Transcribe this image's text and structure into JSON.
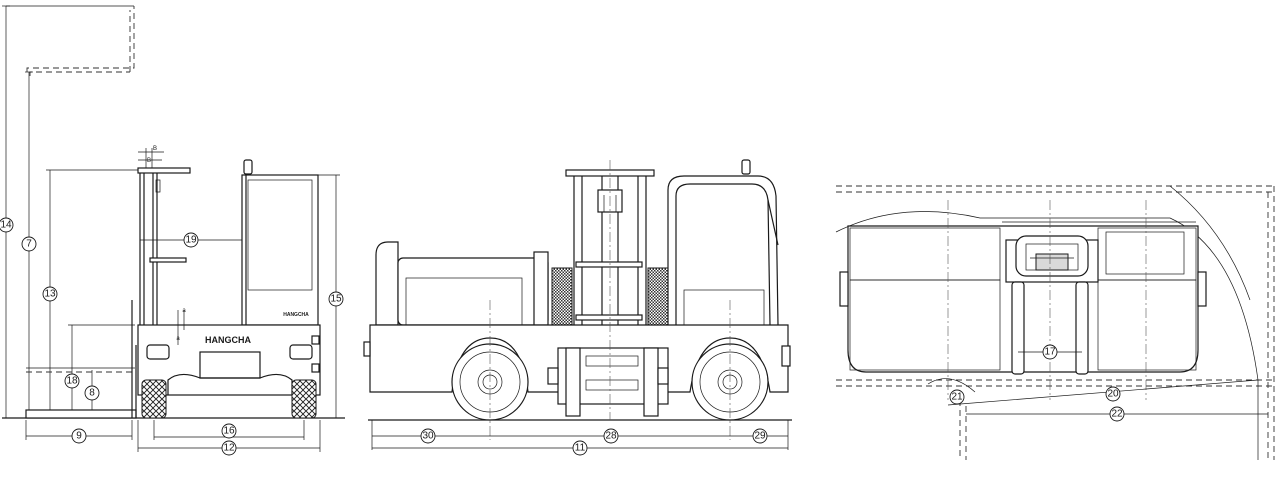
{
  "brand": {
    "front_logo": "HANGCHA",
    "cabin_logo": "HANGCHA"
  },
  "small_marks": {
    "mast_top_a": "B",
    "mast_top_b": "B",
    "carriage_a": "a",
    "carriage_b": "a"
  },
  "callouts": {
    "c14": "14",
    "c7": "7",
    "c13": "13",
    "c19": "19",
    "c15": "15",
    "c18": "18",
    "c8": "8",
    "c9": "9",
    "c16": "16",
    "c12": "12",
    "c30": "30",
    "c28": "28",
    "c29": "29",
    "c11": "11",
    "c17": "17",
    "c20": "20",
    "c21": "21",
    "c22": "22"
  }
}
